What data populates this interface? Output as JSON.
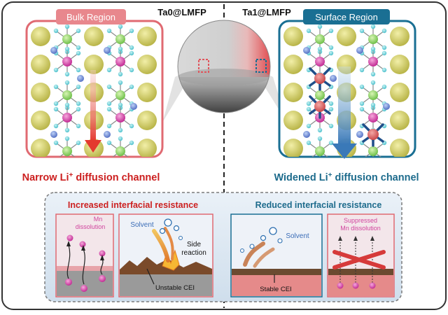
{
  "top": {
    "left_sample": "Ta0@LMFP",
    "right_sample": "Ta1@LMFP"
  },
  "bulk_panel": {
    "header": "Bulk Region",
    "caption_prefix": "Narrow Li",
    "caption_sup": "+",
    "caption_suffix": " diffusion channel"
  },
  "surface_panel": {
    "header": "Surface Region",
    "caption_prefix": "Widened Li",
    "caption_sup": "+",
    "caption_suffix": " diffusion channel"
  },
  "interface": {
    "left_title": "Increased interfacial resistance",
    "right_title": "Reduced interfacial resistance",
    "mn_dissolution_1": "Mn",
    "mn_dissolution_2": "dissolution",
    "solvent_left": "Solvent",
    "side_reaction_1": "Side",
    "side_reaction_2": "reaction",
    "unstable_cei": "Unstable CEI",
    "solvent_right": "Solvent",
    "stable_cei": "Stable CEI",
    "suppressed_1": "Suppressed",
    "suppressed_2": "Mn dissolution"
  },
  "colors": {
    "bulk_accent": "#e06a72",
    "surface_accent": "#1a6f93",
    "caption_red": "#cc1f1f",
    "caption_blue": "#1d6b8c",
    "mn_pink": "#d1459e"
  }
}
